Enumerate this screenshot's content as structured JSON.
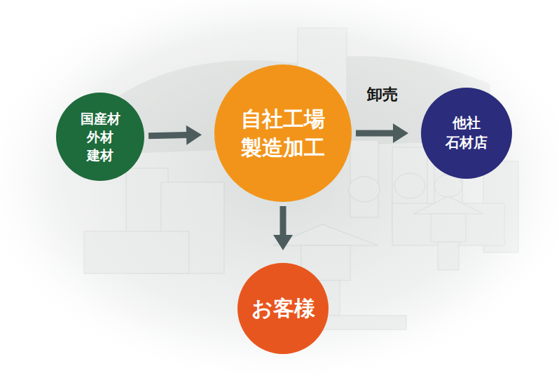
{
  "diagram": {
    "nodes": [
      {
        "text": [
          "国産材 外材 建材"
        ]
      },
      {
        "text": [
          "自社工場 製造加工"
        ]
      },
      {
        "text": [
          "他社 石材店"
        ]
      },
      {
        "text": [
          "お客様"
        ]
      }
    ],
    "edges": [
      {
        "from": 0,
        "to": 1,
        "arrow": "to"
      },
      {
        "from": 1,
        "to": 2,
        "label": "卸売",
        "arrow": "to"
      },
      {
        "from": 1,
        "to": 3,
        "arrow": "to"
      }
    ]
  }
}
